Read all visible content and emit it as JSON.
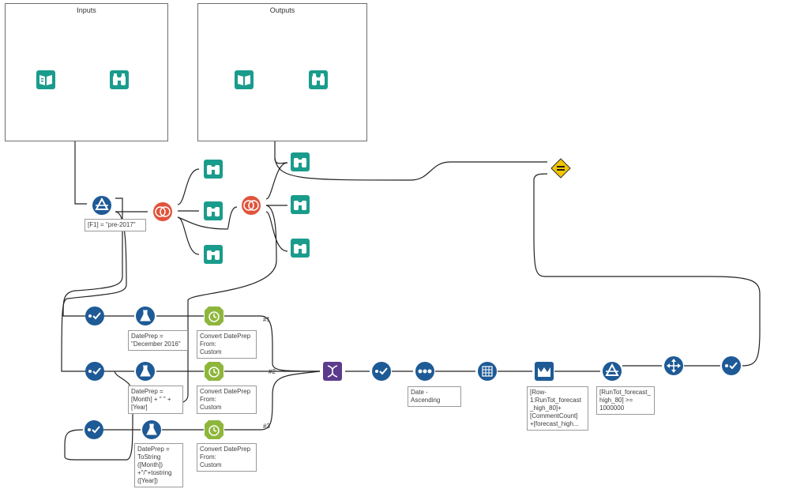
{
  "containers": {
    "inputs_title": "Inputs",
    "outputs_title": "Outputs"
  },
  "annotations": {
    "filter_main": "[F1] = \"pre-2017\"",
    "formula1": "DatePrep =\n\"December 2016\"",
    "formula2": "DatePrep =\n[Month] + \" \" +\n[Year]",
    "formula3": "DatePrep =\nToString\n([Month])\n+\"/\"+tostring\n([Year])",
    "datetime1": "Convert DatePrep\nFrom:\nCustom",
    "datetime2": "Convert DatePrep\nFrom:\nCustom",
    "datetime3": "Convert DatePrep\nFrom:\nCustom",
    "sort": "Date - Ascending",
    "multirow": "[Row-\n1:RunTot_forecast\n_high_80]+\n[CommentCount]\n+[forecast_high...",
    "filter_end": "[RunTot_forecast_\nhigh_80] >=\n1000000"
  },
  "union_labels": [
    "#1",
    "#2",
    "#3"
  ],
  "colors": {
    "teal": "#1a9c8c",
    "blue": "#1e5a96",
    "green_tool": "#8fb63c",
    "purple": "#5b3c8c",
    "red": "#e0543c",
    "yellow": "#f2c500",
    "wire": "#222222"
  },
  "icons": {
    "input": "book-icon",
    "browse": "binoculars-icon",
    "filter": "triangle-filter-icon",
    "join": "join-circle-icon",
    "select": "checkmark-icon",
    "formula": "flask-icon",
    "datetime": "clock-icon",
    "union": "dna-union-icon",
    "sort": "dots-sort-icon",
    "multirow": "grid-multirow-icon",
    "running_total": "chart-icon",
    "test": "equals-test-icon",
    "sample": "arrows-icon"
  }
}
